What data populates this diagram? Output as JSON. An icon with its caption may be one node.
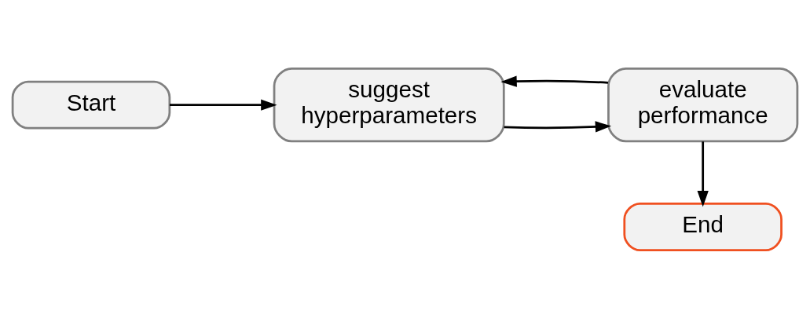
{
  "diagram": {
    "nodes": [
      {
        "text": [
          "Start"
        ]
      },
      {
        "text": [
          "suggest hyperparameters"
        ]
      },
      {
        "text": [
          "evaluate performance"
        ]
      },
      {
        "text": [
          "End"
        ]
      }
    ],
    "edges": [
      {
        "from": 0,
        "to": 1,
        "arrow": "to"
      },
      {
        "from": 1,
        "to": 2,
        "arrow": "to"
      },
      {
        "from": 2,
        "to": 1,
        "arrow": "to"
      },
      {
        "from": 2,
        "to": 3,
        "arrow": "to"
      }
    ]
  }
}
